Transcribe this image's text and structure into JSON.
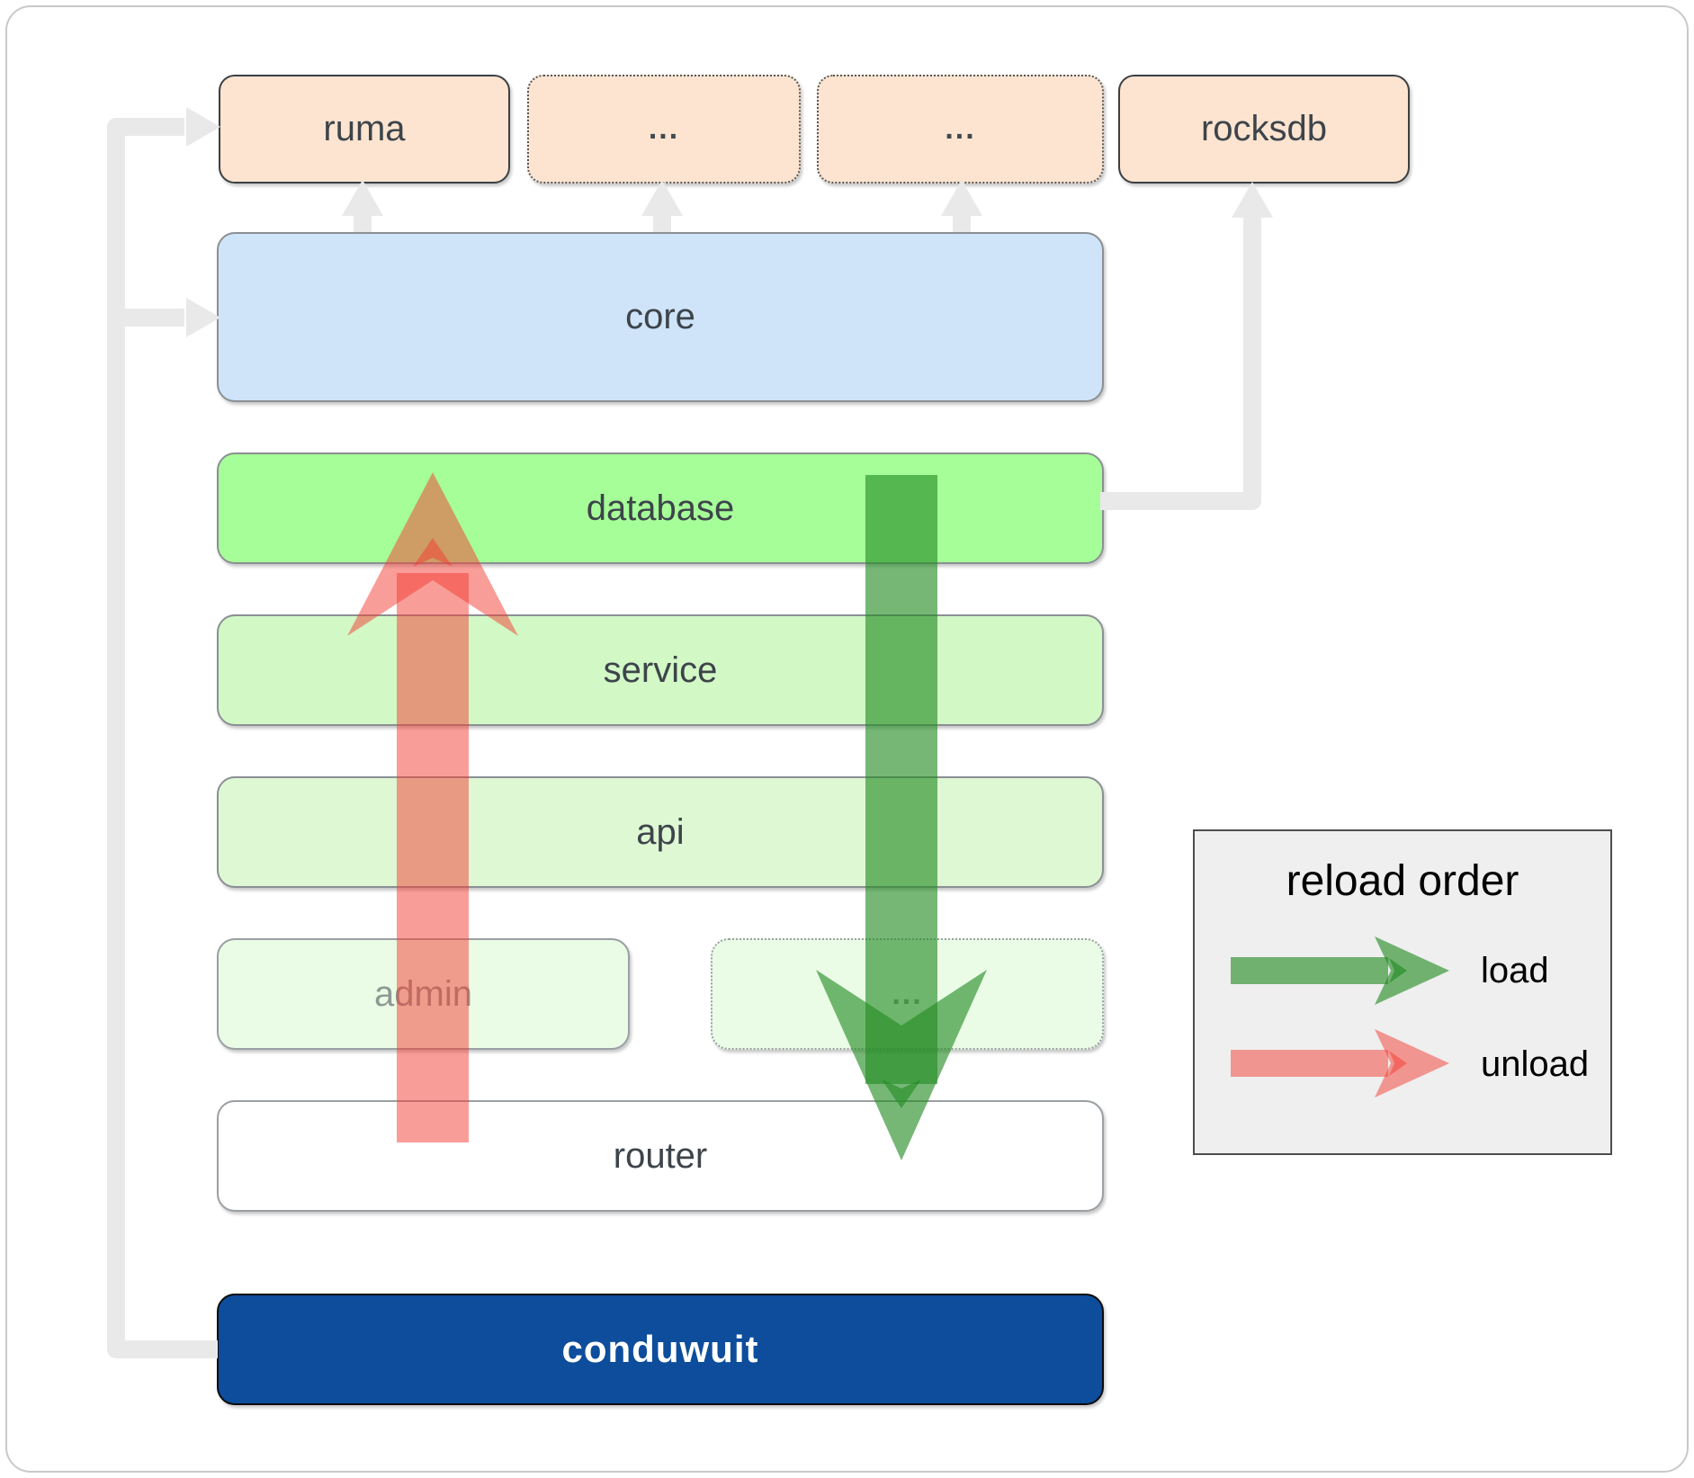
{
  "nodes": {
    "ruma": "ruma",
    "dots_top_left": "...",
    "dots_top_right": "...",
    "rocksdb": "rocksdb",
    "core": "core",
    "database": "database",
    "service": "service",
    "api": "api",
    "admin": "admin",
    "dots_admin": "...",
    "router": "router",
    "conduwuit": "conduwuit"
  },
  "legend": {
    "title": "reload order",
    "load_label": "load",
    "unload_label": "unload"
  },
  "colors": {
    "peach": "#fce4d0",
    "core-blue": "#cfe4f9",
    "db-green": "#a6fe98",
    "svc-green": "#d2f8c6",
    "api-green": "#dff8d4",
    "faint-green": "#ebfce6",
    "conduwuit-blue": "#0d4d9c",
    "load-green": "#228b22",
    "unload-red": "#f33b31",
    "connector-gray": "#e9e9e9",
    "label": "#3d444a"
  }
}
